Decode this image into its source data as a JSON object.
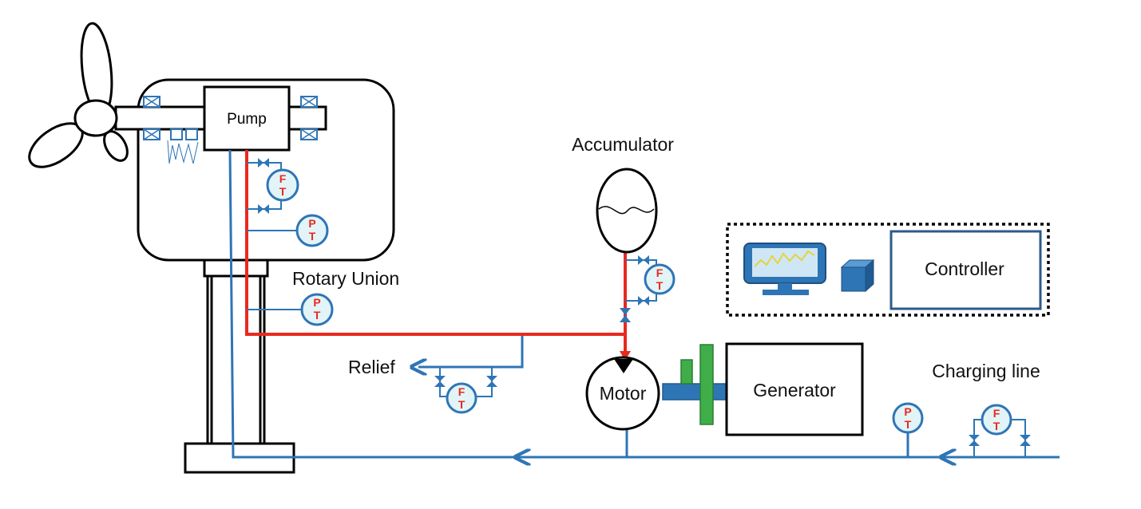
{
  "labels": {
    "pump": "Pump",
    "accumulator": "Accumulator",
    "rotary_union": "Rotary Union",
    "relief": "Relief",
    "motor": "Motor",
    "generator": "Generator",
    "controller": "Controller",
    "charging_line": "Charging line"
  },
  "sensors": {
    "flow": {
      "top": "F",
      "bottom": "T"
    },
    "pressure": {
      "top": "P",
      "bottom": "T"
    }
  },
  "colors": {
    "high_pressure_line": "#e8291f",
    "low_pressure_line": "#2e75b6",
    "sensor_fill": "#e2f4f7",
    "coupling_green": "#3fae49",
    "shaft_blue": "#2e75b6",
    "outline": "#000000"
  }
}
